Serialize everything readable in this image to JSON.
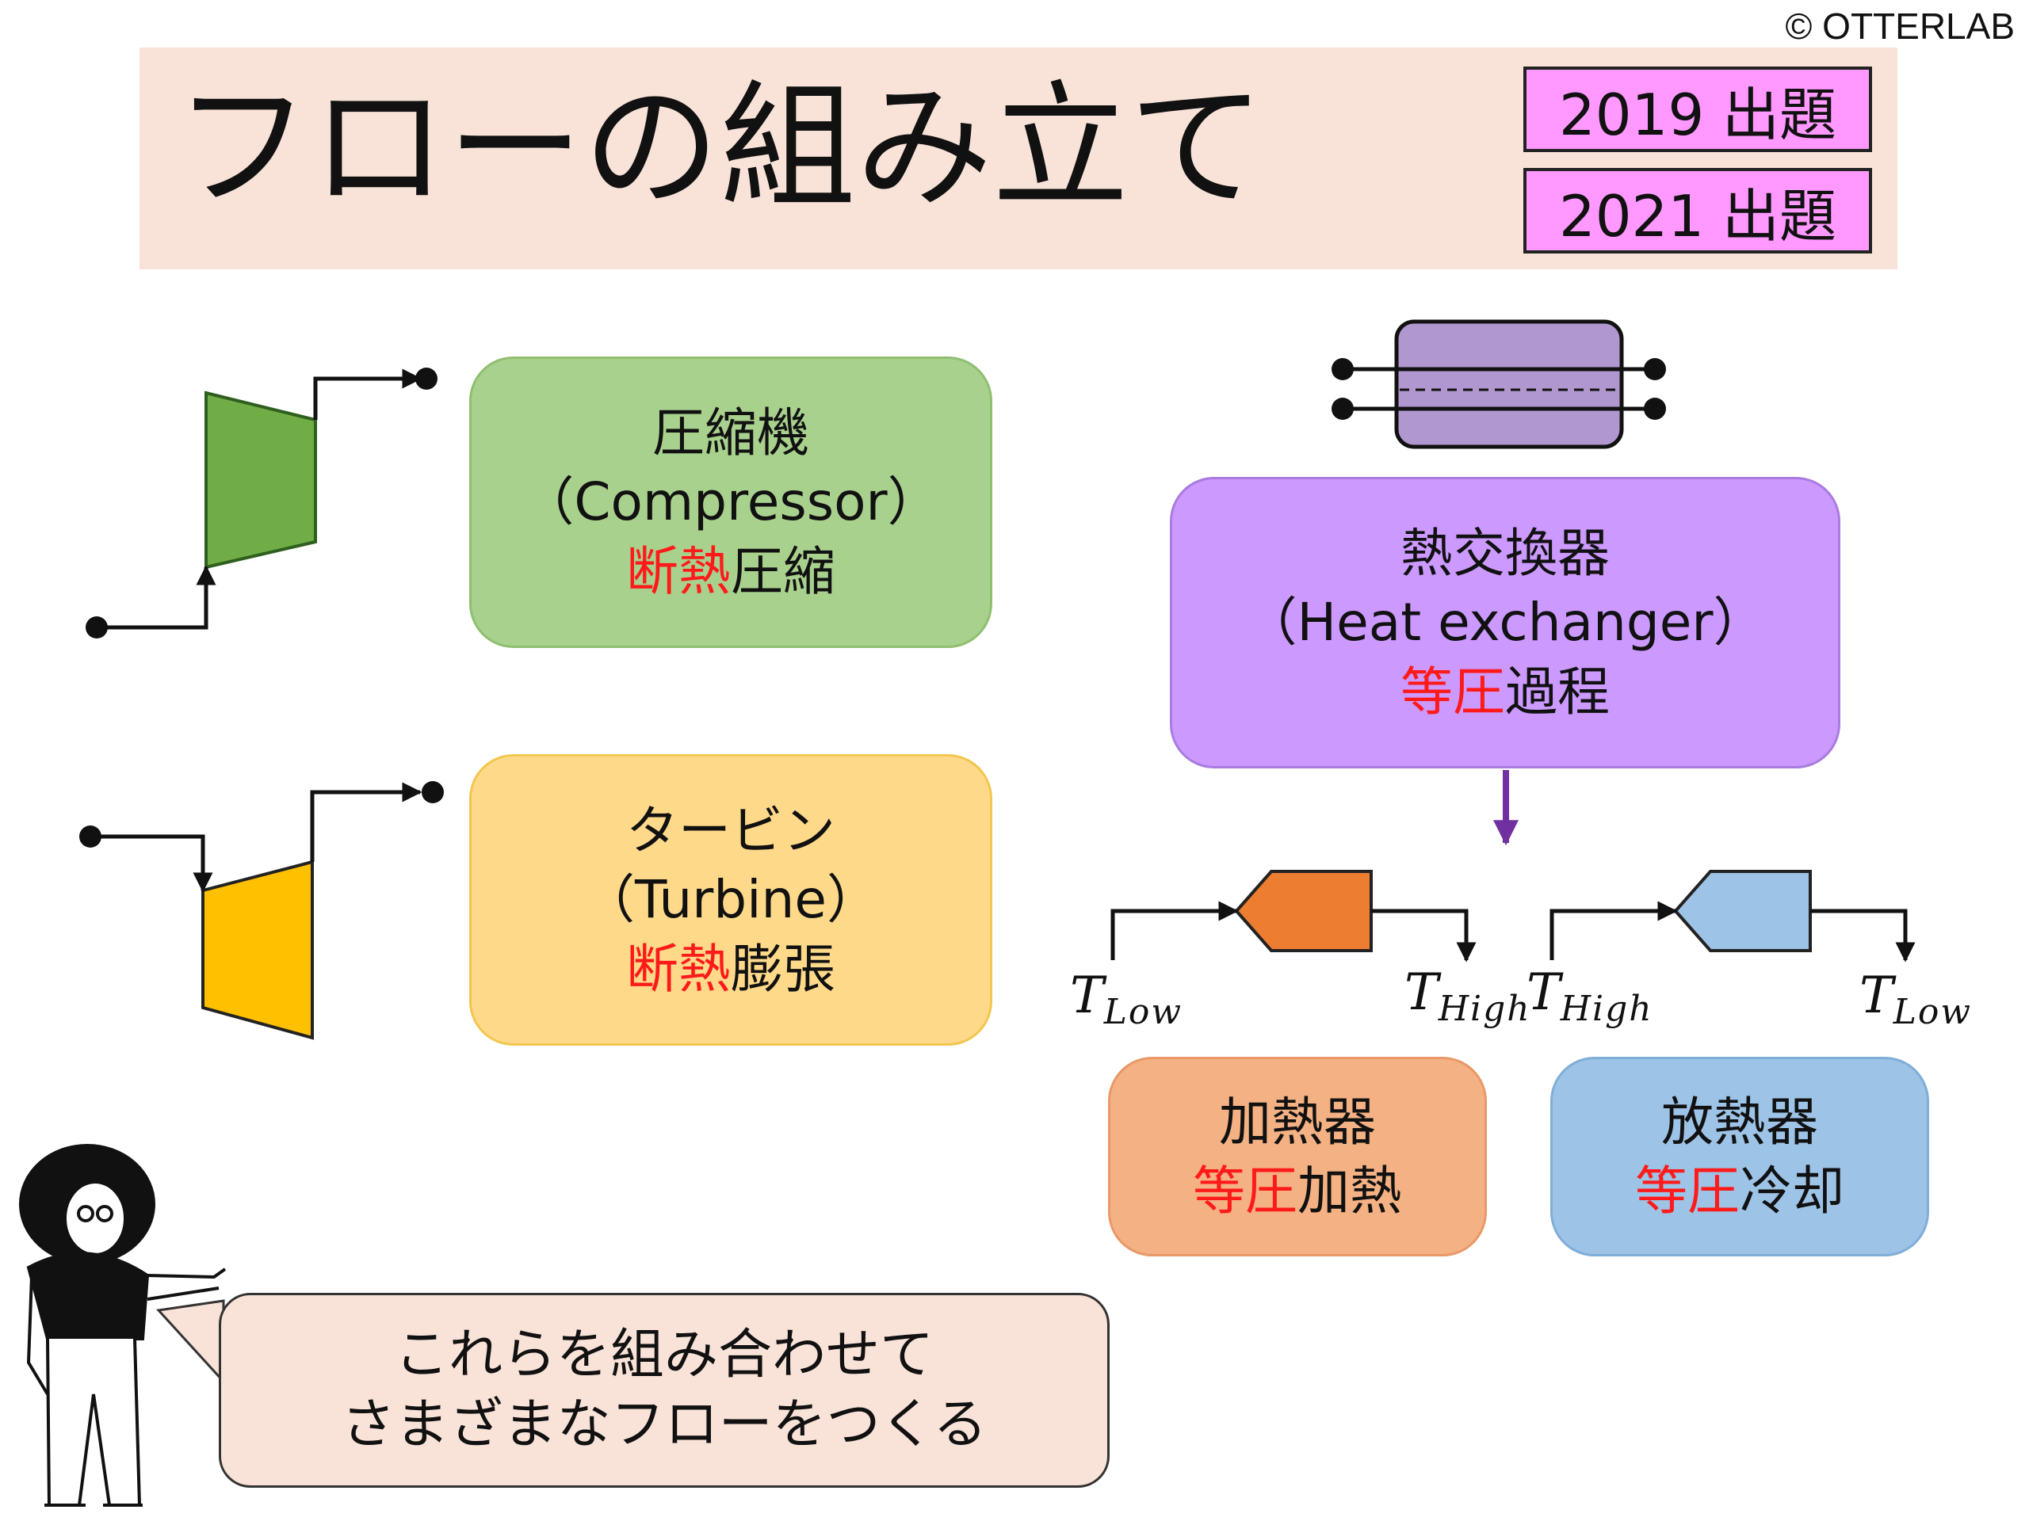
{
  "copyright": "© OTTERLAB",
  "title": "フローの組み立て",
  "badges": [
    "2019 出題",
    "2021 出題"
  ],
  "compressor": {
    "name": "圧縮機",
    "english": "（Compressor）",
    "process_red": "断熱",
    "process_black": "圧縮"
  },
  "turbine": {
    "name": "タービン",
    "english": "（Turbine）",
    "process_red": "断熱",
    "process_black": "膨張"
  },
  "heat_exchanger": {
    "name": "熱交換器",
    "english": "（Heat exchanger）",
    "process_red": "等圧",
    "process_black": "過程"
  },
  "heater": {
    "name": "加熱器",
    "process_red": "等圧",
    "process_black": "加熱",
    "in_label": {
      "T": "T",
      "sub": "Low"
    },
    "out_label": {
      "T": "T",
      "sub": "High"
    }
  },
  "cooler": {
    "name": "放熱器",
    "process_red": "等圧",
    "process_black": "冷却",
    "in_label": {
      "T": "T",
      "sub": "High"
    },
    "out_label": {
      "T": "T",
      "sub": "Low"
    }
  },
  "speech": [
    "これらを組み合わせて",
    "さまざまなフローをつくる"
  ],
  "colors": {
    "title_band": "#f9e3d8",
    "badge": "#ff99ff",
    "compressor": "#70ad47",
    "turbine": "#ffc000",
    "heat_exchanger_box": "#cc99ff",
    "heater": "#ed7d31",
    "cooler": "#9dc3e6",
    "accent_red": "#ff1a1a",
    "arrow_purple": "#7030a0"
  }
}
